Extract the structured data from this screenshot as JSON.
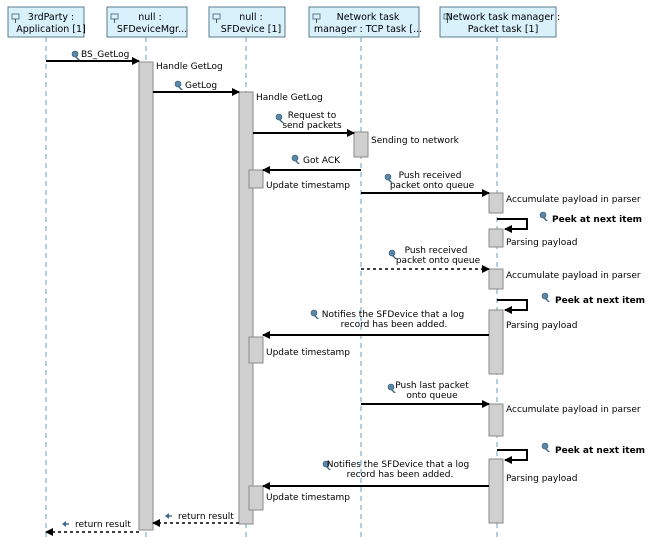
{
  "lifelines": [
    {
      "id": "app",
      "line1": "3rdParty :",
      "line2": "Application [1]"
    },
    {
      "id": "mgr",
      "line1": "null :",
      "line2": "SFDeviceMgr..."
    },
    {
      "id": "dev",
      "line1": "null :",
      "line2": "SFDevice [1]"
    },
    {
      "id": "tcp",
      "line1": "Network task",
      "line2": "manager : TCP task [..."
    },
    {
      "id": "pkt",
      "line1": "Network task manager :",
      "line2": "Packet task [1]"
    }
  ],
  "messages": {
    "bs_getlog": "BS_GetLog",
    "getlog": "GetLog",
    "request_send_1": "Request to",
    "request_send_2": "send packets",
    "got_ack": "Got ACK",
    "push_recv1_1": "Push received",
    "push_recv1_2": "packet onto queue",
    "push_recv2_1": "Push received",
    "push_recv2_2": "packet onto queue",
    "push_last_1": "Push last packet",
    "push_last_2": "onto queue",
    "notify1_1": "Notifies the SFDevice that a log",
    "notify1_2": "record has been added.",
    "notify2_1": "Notifies the SFDevice that a log",
    "notify2_2": "record has been added.",
    "peek1": "Peek at next item",
    "peek2": "Peek at next item",
    "peek3": "Peek at next item",
    "return_dev": "return result",
    "return_app": "return result"
  },
  "activations": {
    "handle_getlog_mgr": "Handle GetLog",
    "handle_getlog_dev": "Handle GetLog",
    "sending_network": "Sending to network",
    "update_ts1": "Update timestamp",
    "update_ts2": "Update timestamp",
    "update_ts3": "Update timestamp",
    "accumulate1": "Accumulate payload in parser",
    "accumulate2": "Accumulate payload in parser",
    "accumulate3": "Accumulate payload in parser",
    "parsing1": "Parsing payload",
    "parsing2": "Parsing payload",
    "parsing3": "Parsing payload"
  }
}
